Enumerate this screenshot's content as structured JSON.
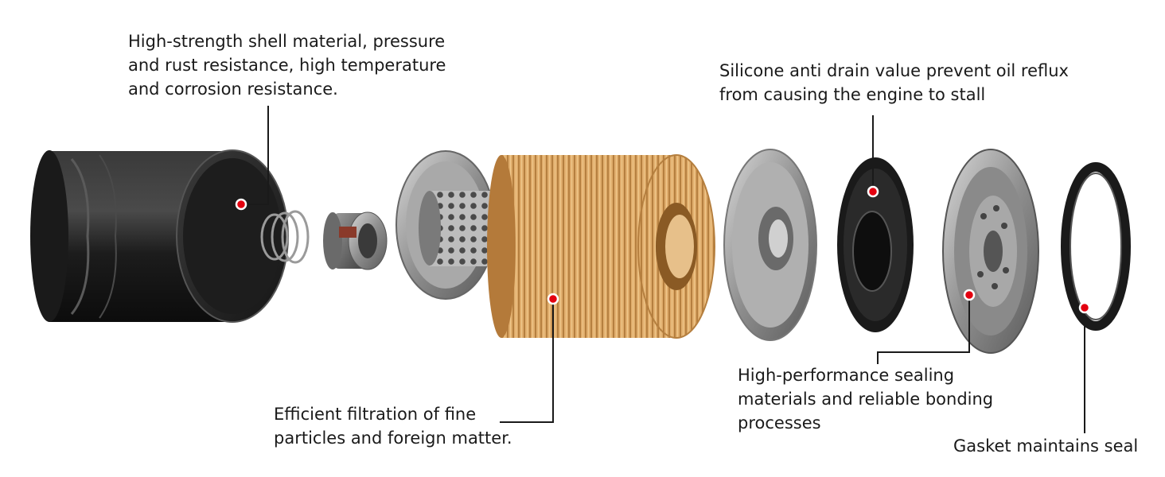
{
  "callouts": {
    "shell": {
      "lines": [
        "High-strength shell material, pressure",
        "and rust resistance, high temperature",
        "and corrosion resistance."
      ]
    },
    "valve": {
      "lines": [
        "Silicone anti drain value prevent oil reflux",
        "from causing the engine to stall"
      ]
    },
    "filtration": {
      "lines": [
        "Efficient filtration of fine",
        "particles and foreign matter."
      ]
    },
    "sealing": {
      "lines": [
        "High-performance sealing",
        "materials and reliable bonding",
        "processes"
      ]
    },
    "gasket": {
      "lines": [
        "Gasket maintains seal"
      ]
    }
  },
  "colors": {
    "marker": "#e3000f",
    "line": "#1a1a1a",
    "paper": "#d9a35e",
    "shell": "#1f1f1f",
    "metal": "#9a9a9a"
  }
}
